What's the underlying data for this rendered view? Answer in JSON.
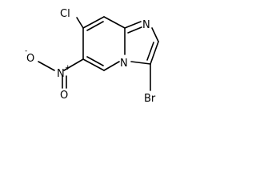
{
  "molecule": {
    "atom_labels": {
      "chlorine": "Cl",
      "ring_nitrogen_top": "N",
      "ring_nitrogen_bridgehead": "N",
      "nitro_nitrogen": "N",
      "nitro_plus_charge": "+",
      "nitro_oxygen_right": "O",
      "nitro_oxygen_left": "O",
      "nitro_minus_charge": "-",
      "bromine": "Br"
    }
  }
}
